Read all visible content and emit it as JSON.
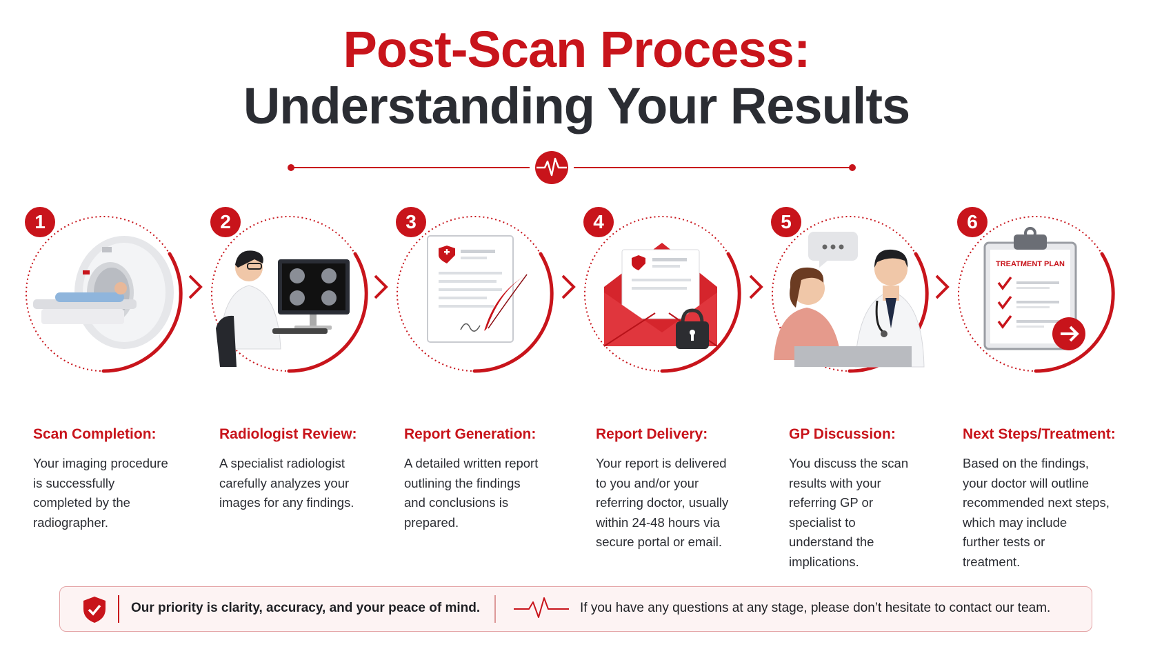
{
  "title": {
    "line1": "Post-Scan Process:",
    "line2": "Understanding Your Results"
  },
  "colors": {
    "accent": "#c8141b",
    "text": "#2b2d33",
    "light": "#fdf3f3"
  },
  "steps": [
    {
      "number": "1",
      "title": "Scan Completion:",
      "icon": "mri-scanner-icon",
      "desc": [
        "Your imaging procedure",
        "is successfully",
        "completed by the",
        "radiographer."
      ]
    },
    {
      "number": "2",
      "title": "Radiologist Review:",
      "icon": "radiologist-monitor-icon",
      "desc": [
        "A specialist radiologist",
        "carefully analyzes your",
        "images for any findings."
      ]
    },
    {
      "number": "3",
      "title": "Report Generation:",
      "icon": "report-quill-icon",
      "desc": [
        "A detailed written report",
        "outlining the findings",
        "and conclusions is",
        "prepared."
      ]
    },
    {
      "number": "4",
      "title": "Report Delivery:",
      "icon": "secure-envelope-icon",
      "desc": [
        "Your report is delivered",
        "to you and/or your",
        "referring doctor, usually",
        "within 24-48 hours via",
        "secure portal or email."
      ]
    },
    {
      "number": "5",
      "title": "GP Discussion:",
      "icon": "doctor-patient-icon",
      "desc": [
        "You discuss the scan",
        "results with your",
        "referring GP or",
        "specialist to",
        "understand the",
        "implications."
      ]
    },
    {
      "number": "6",
      "title": "Next Steps/Treatment:",
      "icon": "treatment-plan-icon",
      "clipboard_label": "TREATMENT PLAN",
      "desc": [
        "Based on the findings,",
        "your doctor will outline",
        "recommended next steps,",
        "which may include",
        "further tests or",
        "treatment."
      ]
    }
  ],
  "footer": {
    "priority": "Our priority is clarity, accuracy, and your peace of mind.",
    "contact": "If you have any questions at any stage, please don’t hesitate to contact our team."
  }
}
